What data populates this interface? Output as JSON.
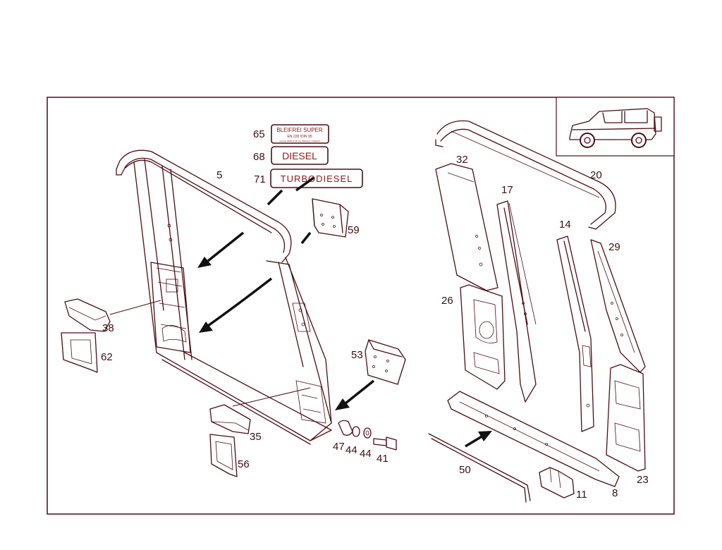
{
  "labels": {
    "n5": "5",
    "n65": "65",
    "n68": "68",
    "n71": "71",
    "n59": "59",
    "n38": "38",
    "n62": "62",
    "n53": "53",
    "n35": "35",
    "n56": "56",
    "n47": "47",
    "n44a": "44",
    "n44b": "44",
    "n41": "41",
    "n32": "32",
    "n17": "17",
    "n20": "20",
    "n14": "14",
    "n29": "29",
    "n26": "26",
    "n23": "23",
    "n50": "50",
    "n11": "11",
    "n8": "8"
  },
  "badges": {
    "bleifrei_title": "BLEIFREI SUPER",
    "bleifrei_sub": "EN 228 /DIN 95",
    "bleifrei_small": "Octane 95/ROZ 95 min. Bleifreier Kraftstoff",
    "diesel": "DIESEL",
    "turbodiesel": "TURBODIESEL"
  },
  "colors": {
    "line": "#4a0d14",
    "badge_text": "#8b1a1a",
    "arrow": "#111111"
  }
}
